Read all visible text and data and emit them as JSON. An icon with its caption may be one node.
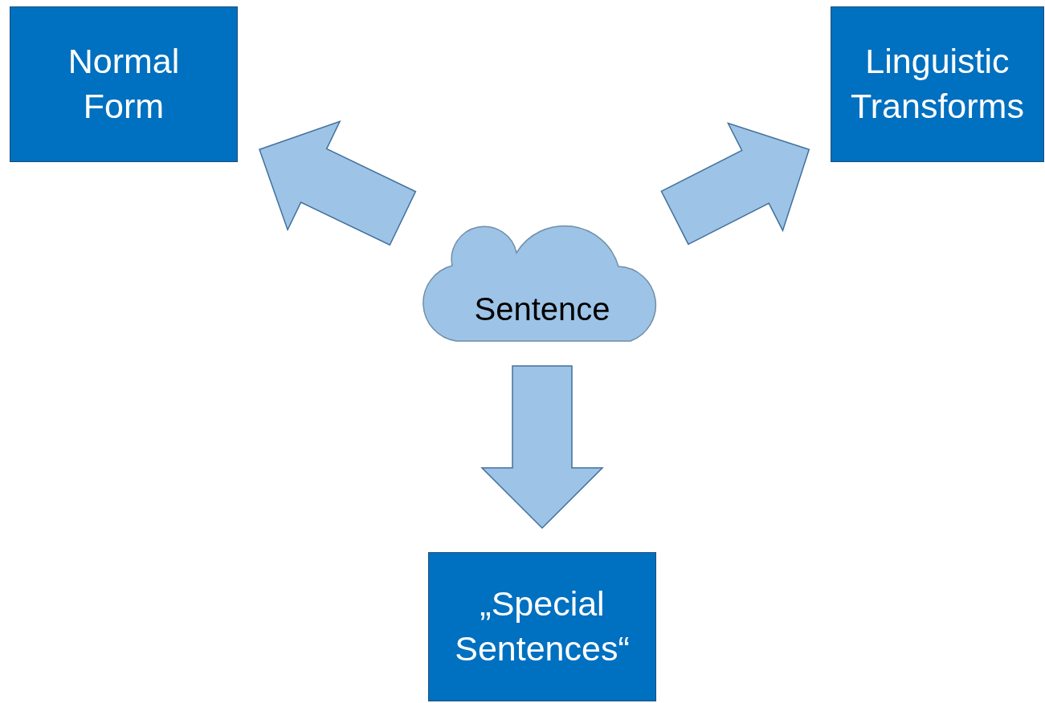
{
  "diagram": {
    "nodes": [
      {
        "text": [
          "Normal Form"
        ]
      },
      {
        "text": [
          "Linguistic Transforms"
        ]
      },
      {
        "text": [
          "Sentence"
        ]
      },
      {
        "text": [
          "„Special Sentences“"
        ]
      }
    ],
    "edges": [
      {
        "from": 2,
        "to": 0,
        "arrow": "to"
      },
      {
        "from": 2,
        "to": 1,
        "arrow": "to"
      },
      {
        "from": 2,
        "to": 3,
        "arrow": "to"
      }
    ]
  }
}
